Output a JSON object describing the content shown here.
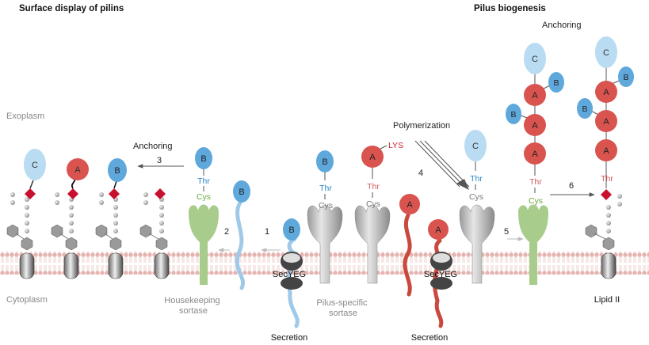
{
  "headings": {
    "left": "Surface display of pilins",
    "right": "Pilus biogenesis"
  },
  "regions": {
    "exoplasm": "Exoplasm",
    "cytoplasm": "Cytoplasm"
  },
  "labels": {
    "anchoring": "Anchoring",
    "polymerization": "Polymerization",
    "housekeeping_sortase": [
      "Housekeeping",
      "sortase"
    ],
    "pilus_specific_sortase": [
      "Pilus-specific",
      "sortase"
    ],
    "secretion": "Secretion",
    "secyeg": "SecYEG",
    "lipid_ii": "Lipid II",
    "lys": "LYS"
  },
  "residues": {
    "thr": "Thr",
    "cys": "Cys"
  },
  "pilins": {
    "a": "A",
    "b": "B",
    "c": "C"
  },
  "steps": [
    "1",
    "2",
    "3",
    "4",
    "5",
    "6"
  ],
  "colors": {
    "pilin_a": "#d9534f",
    "pilin_b": "#5fa8dc",
    "pilin_c": "#b9dcf2",
    "housekeeping_sortase": "#a8cc8c",
    "pilus_sortase": "#c0c0c0",
    "thr_b": "#2a86c7",
    "thr_a": "#d05a5a",
    "cys": "#6aaa3a",
    "lys": "#c8202a",
    "lipid_ii_link": "#c8102e",
    "membrane_head": "#e4b4b0"
  }
}
